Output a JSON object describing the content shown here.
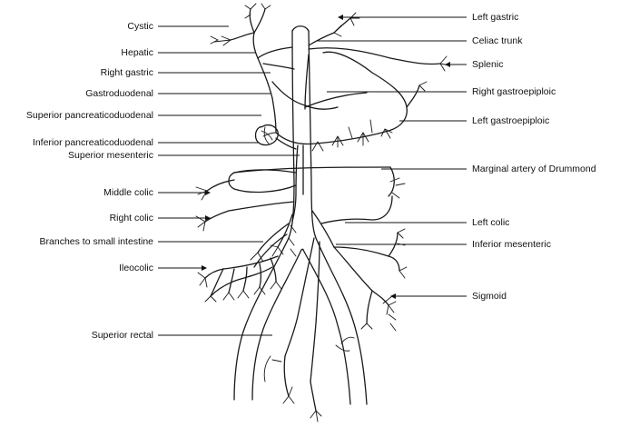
{
  "labels_left": [
    {
      "key": "cystic",
      "text": "Cystic"
    },
    {
      "key": "hepatic",
      "text": "Hepatic"
    },
    {
      "key": "right-gastric",
      "text": "Right gastric"
    },
    {
      "key": "gastroduodenal",
      "text": "Gastroduodenal"
    },
    {
      "key": "superior-pancreaticoduodenal",
      "text": "Superior pancreaticoduodenal"
    },
    {
      "key": "inferior-pancreaticoduodenal",
      "text": "Inferior pancreaticoduodenal"
    },
    {
      "key": "superior-mesenteric",
      "text": "Superior mesenteric"
    },
    {
      "key": "middle-colic",
      "text": "Middle colic"
    },
    {
      "key": "right-colic",
      "text": "Right colic"
    },
    {
      "key": "branches-to-small-intestine",
      "text": "Branches to small intestine"
    },
    {
      "key": "ileocolic",
      "text": "Ileocolic"
    },
    {
      "key": "superior-rectal",
      "text": "Superior rectal"
    }
  ],
  "labels_right": [
    {
      "key": "left-gastric",
      "text": "Left gastric"
    },
    {
      "key": "celiac-trunk",
      "text": "Celiac trunk"
    },
    {
      "key": "splenic",
      "text": "Splenic"
    },
    {
      "key": "right-gastroepiploic",
      "text": "Right gastroepiploic"
    },
    {
      "key": "left-gastroepiploic",
      "text": "Left gastroepiploic"
    },
    {
      "key": "marginal-artery-of-drummond",
      "text": "Marginal artery of Drummond"
    },
    {
      "key": "left-colic",
      "text": "Left colic"
    },
    {
      "key": "inferior-mesenteric",
      "text": "Inferior mesenteric"
    },
    {
      "key": "sigmoid",
      "text": "Sigmoid"
    }
  ]
}
